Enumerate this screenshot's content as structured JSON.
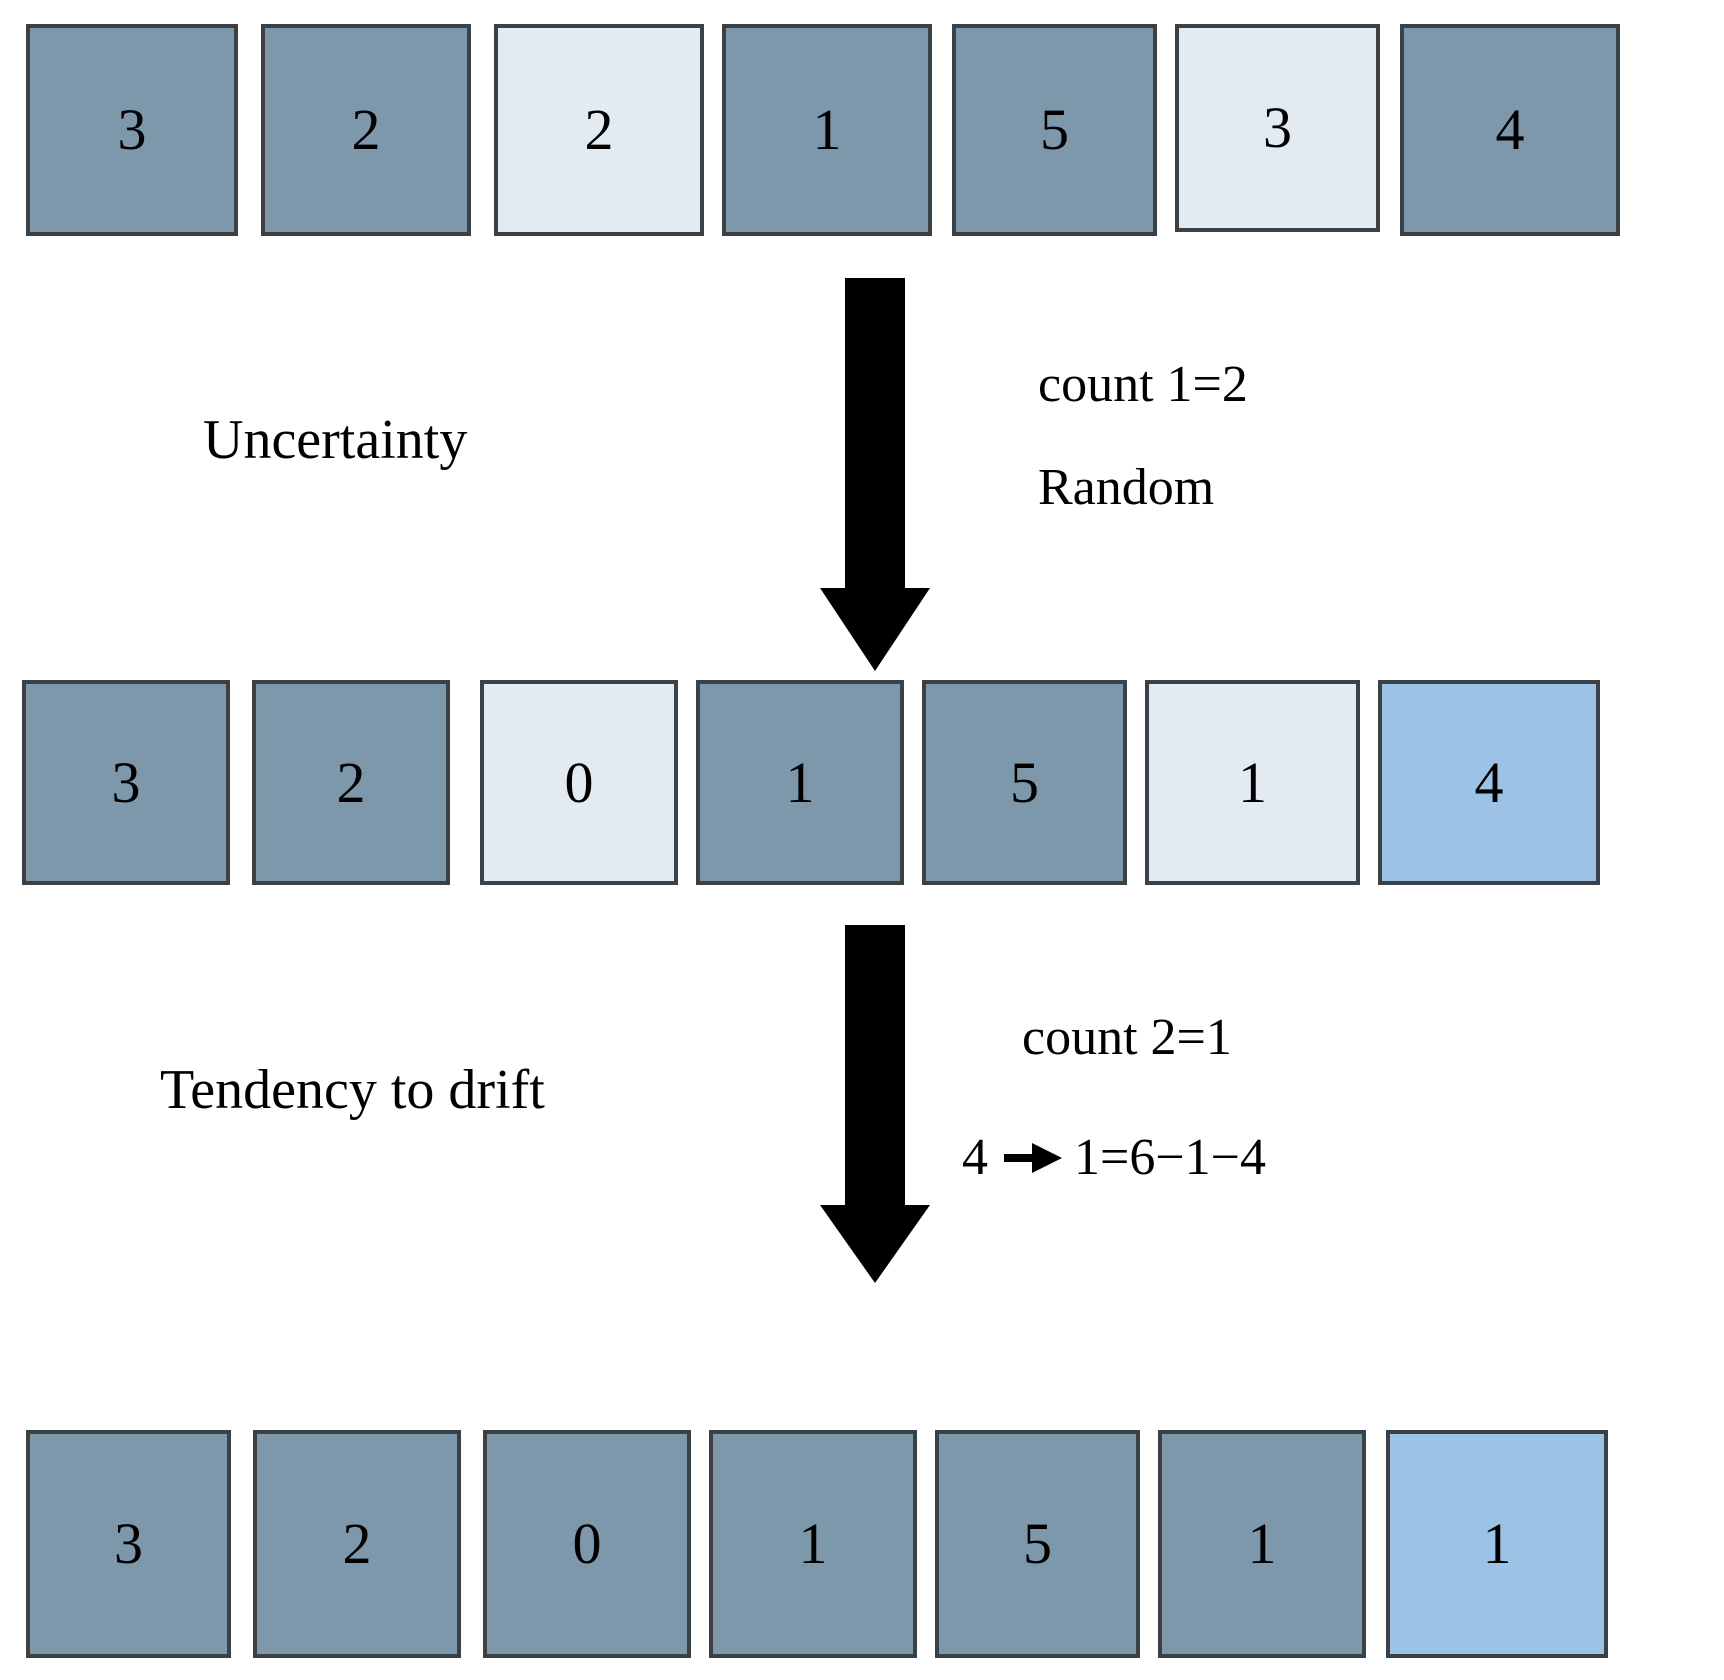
{
  "diagram": {
    "title": "Uncertainty and tendency-to-drift array transformation",
    "colors": {
      "slate": "#7d97ab",
      "pale": "#e3ebf2",
      "blue": "#9cc3e5",
      "border": "#3b4145",
      "arrow": "#000000",
      "background": "#ffffff"
    },
    "rows": [
      {
        "name": "row-initial",
        "cells": [
          {
            "value": "3",
            "fill": "slate"
          },
          {
            "value": "2",
            "fill": "slate"
          },
          {
            "value": "2",
            "fill": "pale"
          },
          {
            "value": "1",
            "fill": "slate"
          },
          {
            "value": "5",
            "fill": "slate"
          },
          {
            "value": "3",
            "fill": "pale"
          },
          {
            "value": "4",
            "fill": "slate"
          }
        ]
      },
      {
        "name": "row-after-uncertainty",
        "cells": [
          {
            "value": "3",
            "fill": "slate"
          },
          {
            "value": "2",
            "fill": "slate"
          },
          {
            "value": "0",
            "fill": "pale"
          },
          {
            "value": "1",
            "fill": "slate"
          },
          {
            "value": "5",
            "fill": "slate"
          },
          {
            "value": "1",
            "fill": "pale"
          },
          {
            "value": "4",
            "fill": "blue"
          }
        ]
      },
      {
        "name": "row-after-drift",
        "cells": [
          {
            "value": "3",
            "fill": "slate"
          },
          {
            "value": "2",
            "fill": "slate"
          },
          {
            "value": "0",
            "fill": "slate"
          },
          {
            "value": "1",
            "fill": "slate"
          },
          {
            "value": "5",
            "fill": "slate"
          },
          {
            "value": "1",
            "fill": "slate"
          },
          {
            "value": "1",
            "fill": "blue"
          }
        ]
      }
    ],
    "steps": [
      {
        "name": "step-uncertainty",
        "left_label": "Uncertainty",
        "annotations": [
          "count 1=2",
          "Random"
        ],
        "arrow": "down-arrow"
      },
      {
        "name": "step-drift",
        "left_label": "Tendency to drift",
        "annotations": [
          "count 2=1"
        ],
        "formula": {
          "lhs": "4",
          "arrow_glyph": "right-arrow",
          "rhs": "1=6−1−4"
        },
        "arrow": "down-arrow"
      }
    ]
  }
}
